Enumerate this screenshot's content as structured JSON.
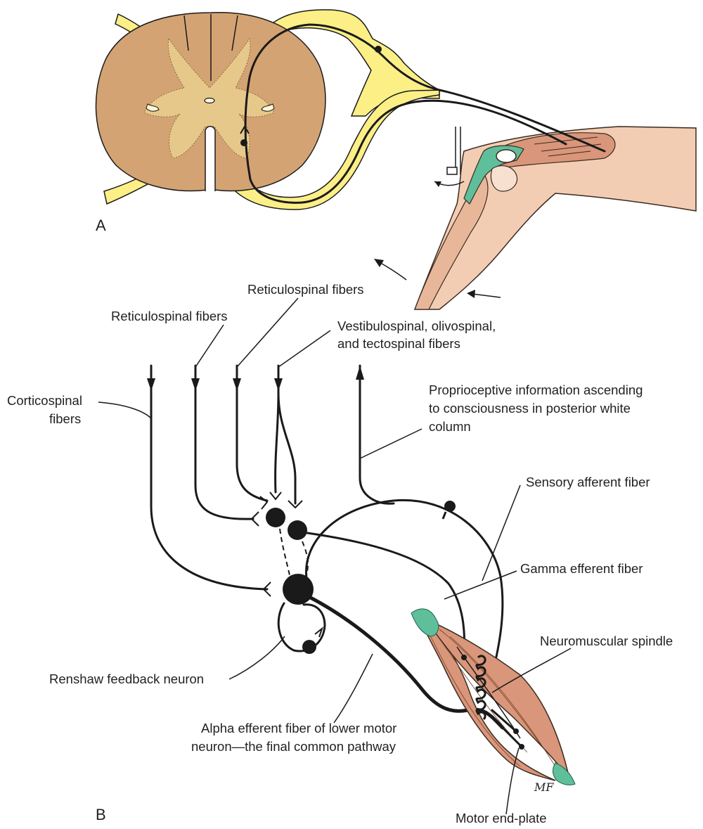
{
  "panels": {
    "a": "A",
    "b": "B"
  },
  "labels": {
    "reticulospinal_1": "Reticulospinal fibers",
    "reticulospinal_2": "Reticulospinal fibers",
    "vestibulo_line1": "Vestibulospinal, olivospinal,",
    "vestibulo_line2": "and tectospinal fibers",
    "corticospinal_line1": "Corticospinal",
    "corticospinal_line2": "fibers",
    "proprioceptive_line1": "Proprioceptive information ascending",
    "proprioceptive_line2": "to consciousness in posterior white",
    "proprioceptive_line3": "column",
    "sensory_afferent": "Sensory afferent fiber",
    "gamma_efferent": "Gamma efferent fiber",
    "neuromuscular_spindle": "Neuromuscular spindle",
    "renshaw": "Renshaw feedback neuron",
    "alpha_line1": "Alpha efferent fiber of lower motor",
    "alpha_line2": "neuron—the final common pathway",
    "motor_end_plate": "Motor end-plate"
  },
  "signature": "MF",
  "colors": {
    "cord_tissue": "#d4a373",
    "gray_matter": "#e6c98a",
    "nerve": "#fbef86",
    "nerve_outline": "#1a1a1a",
    "muscle": "#d9967a",
    "tendon": "#5fbf9a",
    "skin": "#f3cdb3"
  }
}
